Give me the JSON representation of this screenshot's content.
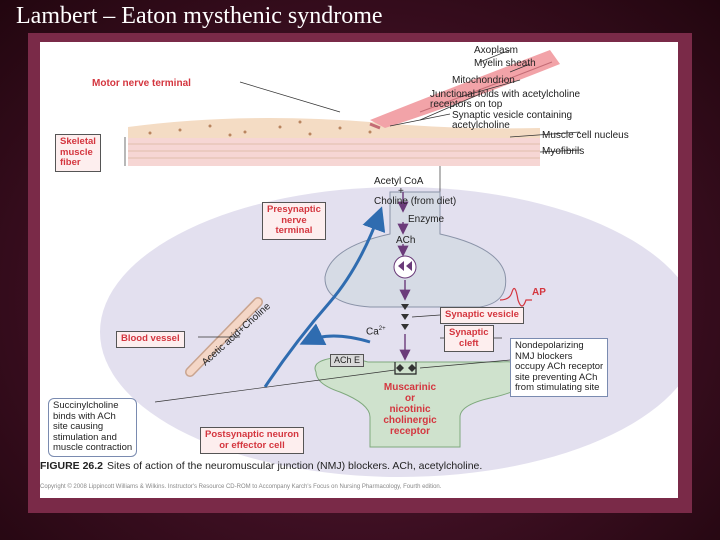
{
  "slide": {
    "title": "Lambert – Eaton mysthenic syndrome"
  },
  "labels": {
    "motor_nerve_terminal": "Motor nerve terminal",
    "skeletal_muscle_fiber": "Skeletal\nmuscle\nfiber",
    "axoplasm": "Axoplasm",
    "myelin_sheath": "Myelin sheath",
    "mitochondrion": "Mitochondrion",
    "junctional_folds_1": "Junctional folds with acetylcholine",
    "junctional_folds_2": "receptors on top",
    "synaptic_vesicle_1": "Synaptic vesicle containing",
    "synaptic_vesicle_2": "acetylcholine",
    "muscle_cell_nucleus": "Muscle cell nucleus",
    "myofibrils": "Myofibrils",
    "acetyl_coa": "Acetyl CoA",
    "plus": "+",
    "choline_diet": "Choline (from diet)",
    "enzyme": "Enzyme",
    "ach": "ACh",
    "presynaptic": "Presynaptic\nnerve\nterminal",
    "ap": "AP",
    "synaptic_vesicle_box": "Synaptic vesicle",
    "ca": "Ca",
    "ca_sup": "2+",
    "synaptic_cleft": "Synaptic\ncleft",
    "blood_vessel": "Blood vessel",
    "acetic_acid_choline": "Acetic acid+Choline",
    "ache": "ACh E",
    "nondepolarizing": "Nondepolarizing\nNMJ blockers\noccupy ACh receptor\nsite preventing ACh\nfrom stimulating site",
    "muscarinic": "Muscarinic\nor\nnicotinic\ncholinergic\nreceptor",
    "succinylcholine": "Succinylcholine\nbinds with ACh\nsite causing\nstimulation and\nmuscle contraction",
    "postsynaptic": "Postsynaptic neuron\nor effector cell"
  },
  "caption": {
    "label": "FIGURE 26.2",
    "text": "Sites of action of the neuromuscular junction (NMJ) blockers. ACh, acetylcholine."
  },
  "copyright": "Copyright © 2008 Lippincott Williams & Wilkins. Instructor's Resource CD-ROM to Accompany Karch's Focus on Nursing Pharmacology, Fourth edition."
}
